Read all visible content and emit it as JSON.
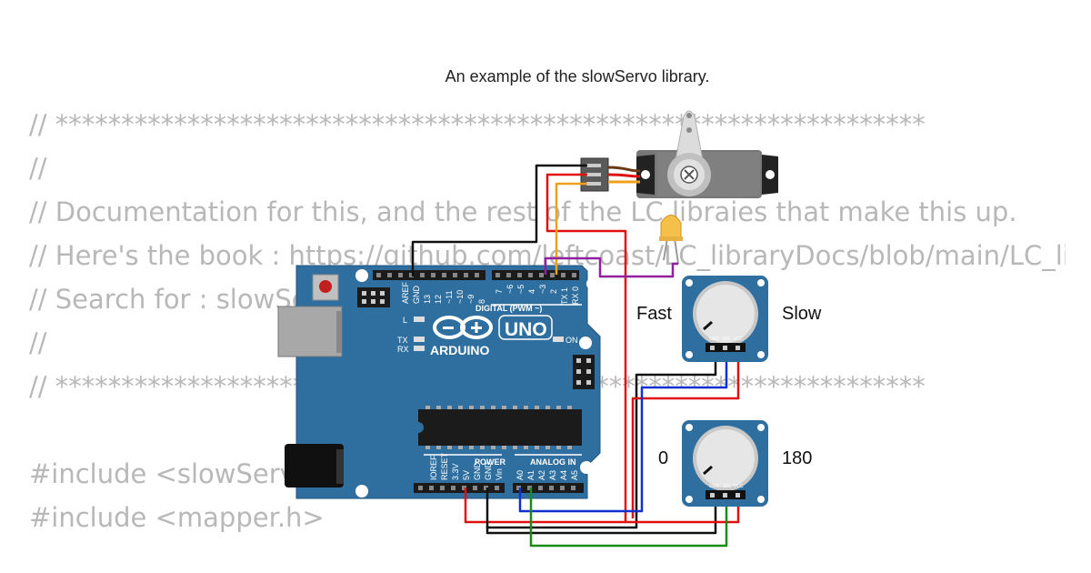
{
  "title": "An example of the slowServo library.",
  "code_lines": [
    "// ******************************************************************",
    "//",
    "// Documentation for this, and the rest of the LC libraies that make this up.",
    "// Here's the book : https://github.com/leftcoast/LC_libraryDocs/blob/main/LC_libraryDocs.pdf",
    "// Search for : slowServo",
    "//",
    "// ******************************************************************",
    "",
    "#include <slowServo.h>",
    "#include <mapper.h>"
  ],
  "labels": {
    "fast": "Fast",
    "slow": "Slow",
    "zero": "0",
    "max": "180"
  },
  "arduino": {
    "brand": "ARDUINO",
    "model": "UNO",
    "on_label": "ON",
    "l_label": "L",
    "tx_label": "TX",
    "rx_label": "RX",
    "digital_label": "DIGITAL (PWM ~)",
    "power_label": "POWER",
    "analog_label": "ANALOG IN",
    "digital_pins": [
      "AREF",
      "GND",
      "13",
      "12",
      "~11",
      "~10",
      "~9",
      "8",
      "7",
      "~6",
      "~5",
      "4",
      "~3",
      "2",
      "TX 1",
      "RX 0"
    ],
    "power_pins": [
      "IOREF",
      "RESET",
      "3.3V",
      "5V",
      "GND",
      "GND",
      "Vin"
    ],
    "analog_pins": [
      "A0",
      "A1",
      "A2",
      "A3",
      "A4",
      "A5"
    ]
  },
  "pot_pins": [
    "GND",
    "SIG",
    "VCC"
  ],
  "colors": {
    "board": "#2e6fa0",
    "wire_black": "#111111",
    "wire_red": "#e01010",
    "wire_blue": "#1030d0",
    "wire_green": "#1a8a1a",
    "wire_purple": "#9020a0",
    "wire_orange": "#f0a020",
    "code_text": "#b8b8b8"
  }
}
